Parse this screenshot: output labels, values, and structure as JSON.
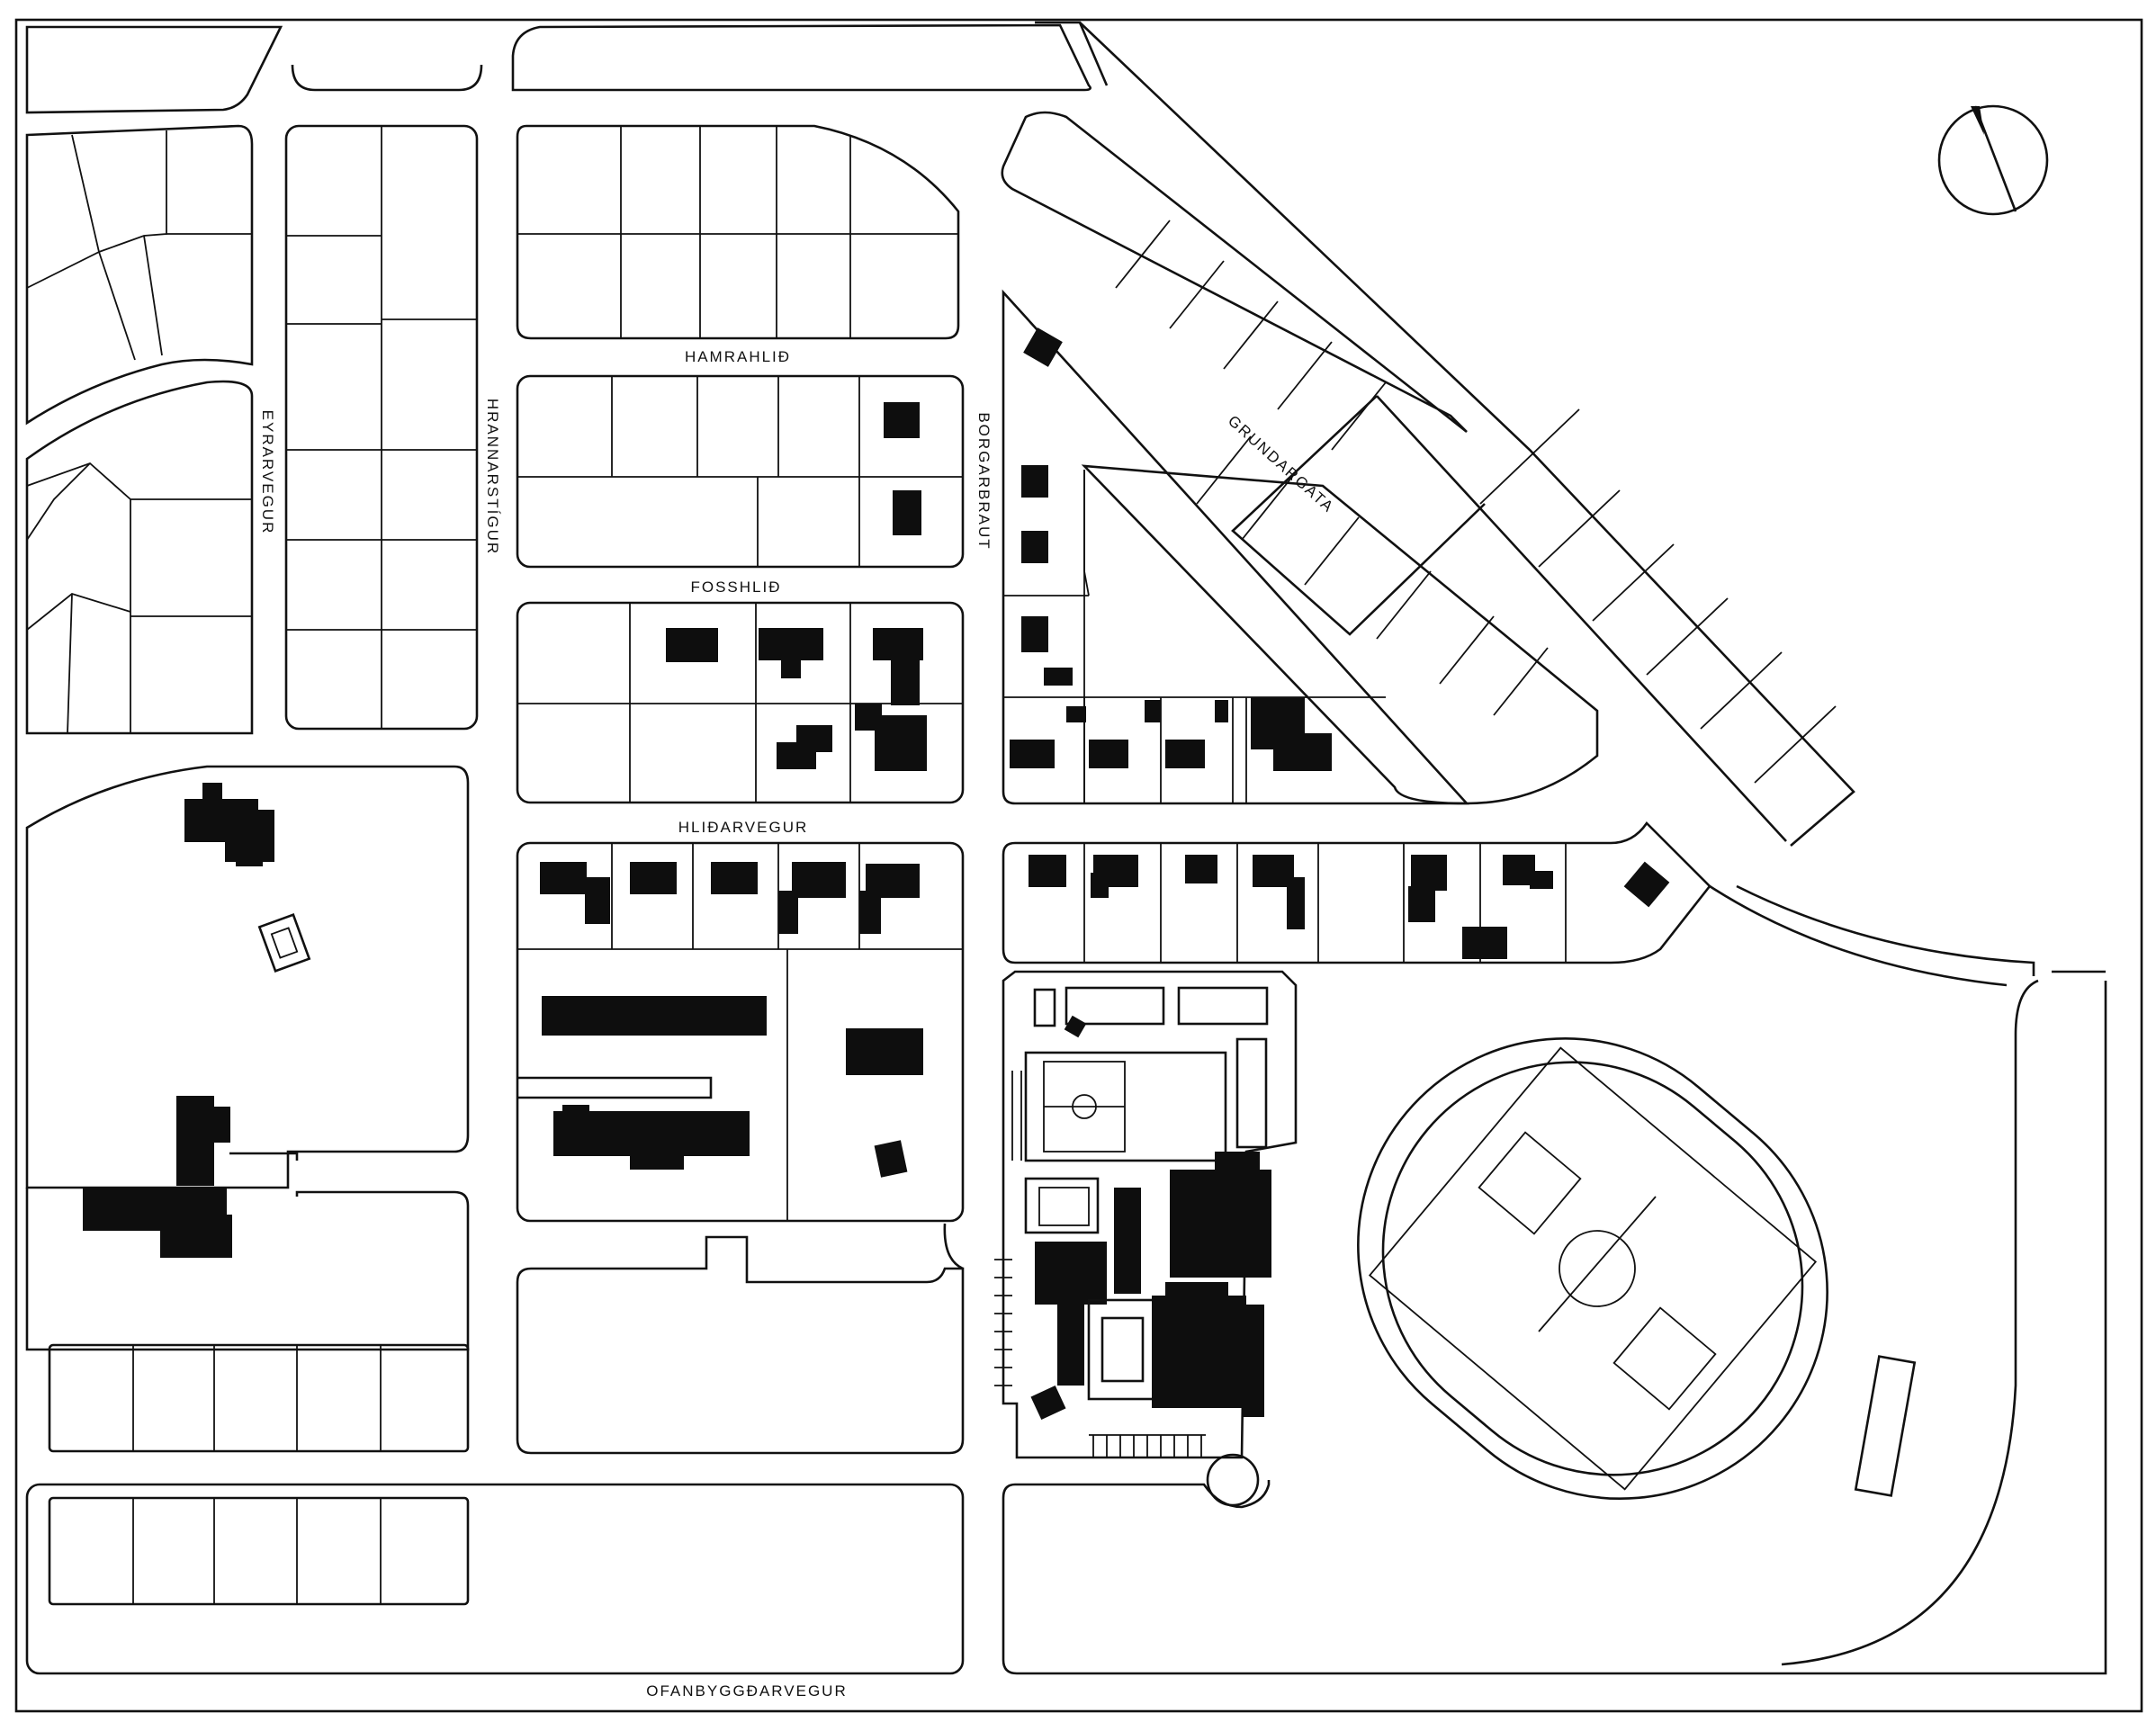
{
  "map": {
    "streets": {
      "hamrahlid": "HAMRAHLIÐ",
      "fosshlid": "FOSSHLIÐ",
      "hlidarvegur": "HLIÐARVEGUR",
      "ofanbyggdarvegur": "OFANBYGGÐARVEGUR",
      "eyrarvegur": "EYRARVEGUR",
      "hrannarstigur": "HRANNARSTÍGUR",
      "borgarbraut": "BORGARBRAUT",
      "grundargata": "GRUNDARGATA"
    },
    "colors": {
      "ink": "#111111",
      "paper": "#ffffff"
    },
    "compass_icon": "north-arrow-icon"
  }
}
